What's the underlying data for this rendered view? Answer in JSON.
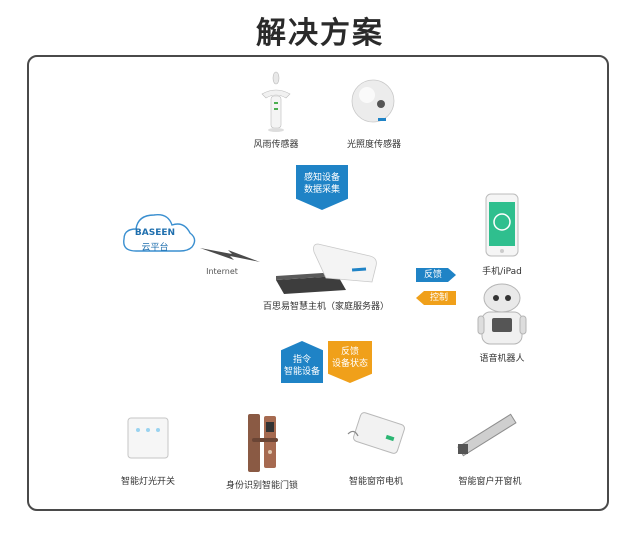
{
  "title": "解决方案",
  "colors": {
    "blue": "#1f83c6",
    "orange": "#f0a01a",
    "cloud": "#3a8fd0"
  },
  "devices": {
    "wind_rain_sensor": "风雨传感器",
    "light_sensor": "光照度传感器",
    "phone_ipad": "手机/iPad",
    "voice_robot": "语音机器人",
    "host": "百思易智慧主机（家庭服务器）",
    "light_switch": "智能灯光开关",
    "door_lock": "身份识别智能门锁",
    "curtain_motor": "智能窗帘电机",
    "window_opener": "智能窗户开窗机"
  },
  "cloud": {
    "brand": "BASEEN",
    "label": "云平台",
    "link": "Internet"
  },
  "arrows": {
    "sense_line1": "感知设备",
    "sense_line2": "数据采集",
    "feedback": "反馈",
    "control": "控制",
    "command_line1": "指令",
    "command_line2": "智能设备",
    "fb_line1": "反馈",
    "fb_line2": "设备状态"
  }
}
